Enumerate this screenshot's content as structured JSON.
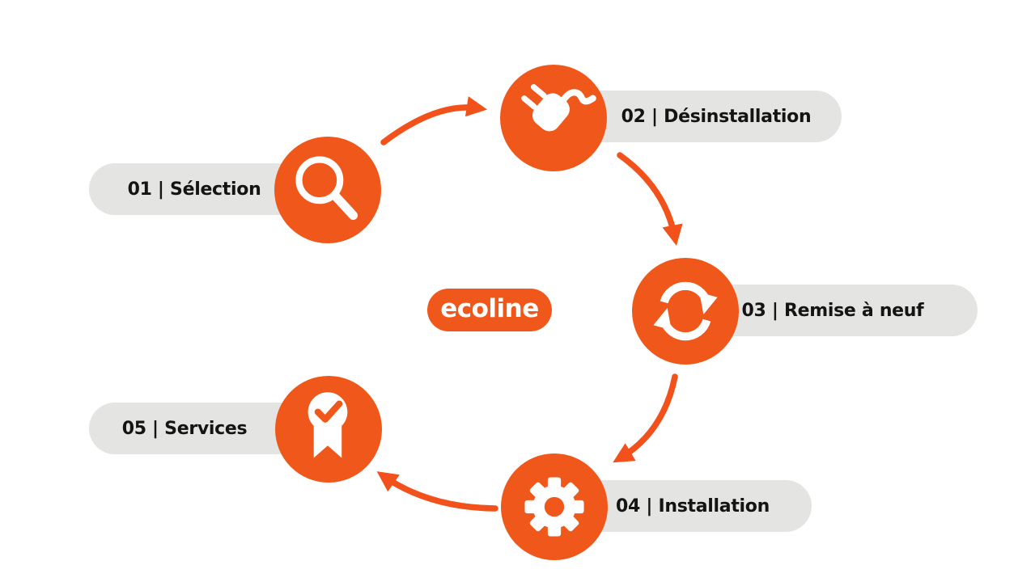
{
  "colors": {
    "orange": "#F0571A",
    "arrow_orange": "#F2511B",
    "pill_gray": "#E4E4E2",
    "label_text": "#141414",
    "icon_white": "#FFFFFF"
  },
  "logo": {
    "text": "ecoline"
  },
  "steps": [
    {
      "label": "01 | Sélection",
      "icon": "search-icon"
    },
    {
      "label": "02 | Désinstallation",
      "icon": "plug-icon"
    },
    {
      "label": "03 | Remise à neuf",
      "icon": "refresh-icon"
    },
    {
      "label": "04 | Installation",
      "icon": "gear-icon"
    },
    {
      "label": "05 | Services",
      "icon": "award-icon"
    }
  ]
}
